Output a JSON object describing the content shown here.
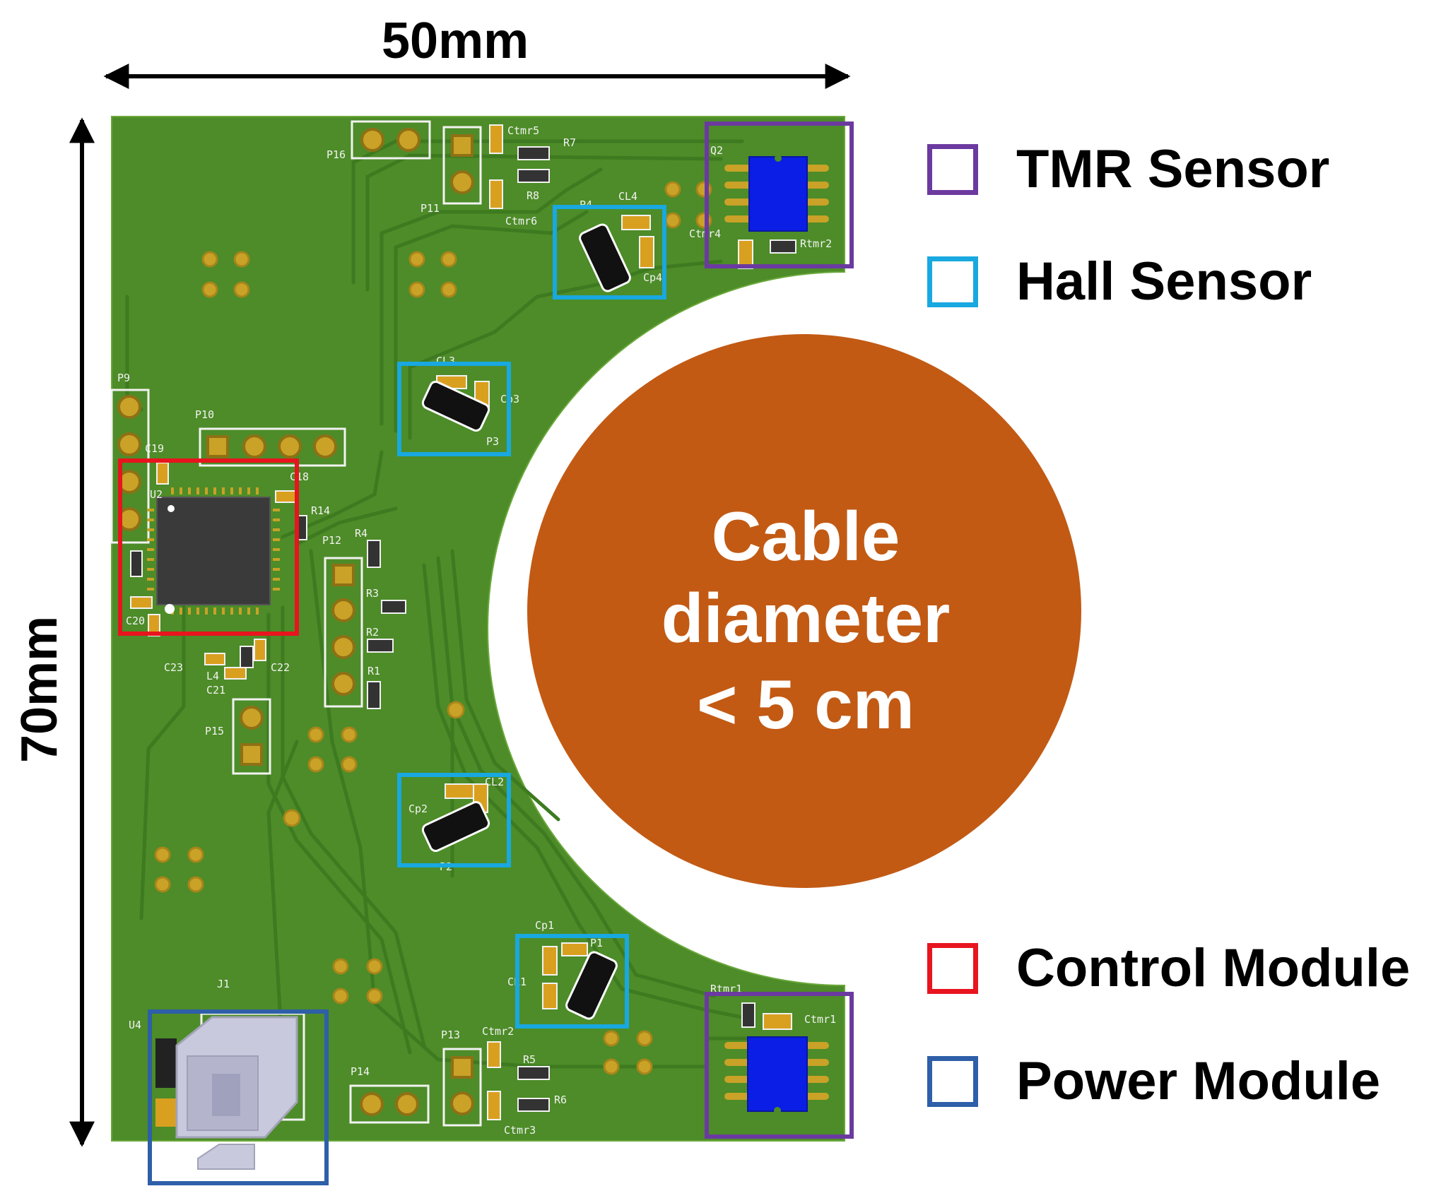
{
  "dimensions": {
    "width": "50mm",
    "height": "70mm"
  },
  "cable": {
    "line1": "Cable",
    "line2": "diameter",
    "line3": "< 5 cm",
    "color": "#c25a14"
  },
  "board": {
    "color": "#4d8c28",
    "trace_color": "#3d7a20",
    "pad_color": "#c9a227"
  },
  "legend": {
    "tmr": {
      "label": "TMR Sensor",
      "color": "#6b3aa0"
    },
    "hall": {
      "label": "Hall Sensor",
      "color": "#19a8e0"
    },
    "control": {
      "label": "Control Module",
      "color": "#e8141e"
    },
    "power": {
      "label": "Power Module",
      "color": "#2e5fa8"
    }
  },
  "silkscreen": {
    "p16": "P16",
    "p11": "P11",
    "ctmr5": "Ctmr5",
    "r7": "R7",
    "r8": "R8",
    "ctmr6": "Ctmr6",
    "q2": "Q2",
    "ctmr4": "Ctmr4",
    "rtmr2": "Rtmr2",
    "p4": "P4",
    "cl4": "CL4",
    "cp4": "Cp4",
    "cl3": "CL3",
    "cp3": "Cp3",
    "p3": "P3",
    "p9": "P9",
    "p10": "P10",
    "c19": "C19",
    "c18": "C18",
    "u2": "U2",
    "r14": "R14",
    "p12": "P12",
    "r4": "R4",
    "r3": "R3",
    "r2": "R2",
    "r1": "R1",
    "c20": "C20",
    "c23": "C23",
    "c21": "C21",
    "c22": "C22",
    "l4": "L4",
    "p15": "P15",
    "cl2": "CL2",
    "cp2": "Cp2",
    "p2": "P2",
    "cp1": "Cp1",
    "p1": "P1",
    "cl1": "CL1",
    "rtmr1": "Rtmr1",
    "ctmr1": "Ctmr1",
    "j1": "J1",
    "u4": "U4",
    "p13": "P13",
    "ctmr2": "Ctmr2",
    "r5": "R5",
    "r6": "R6",
    "ctmr3": "Ctmr3",
    "p14": "P14"
  }
}
